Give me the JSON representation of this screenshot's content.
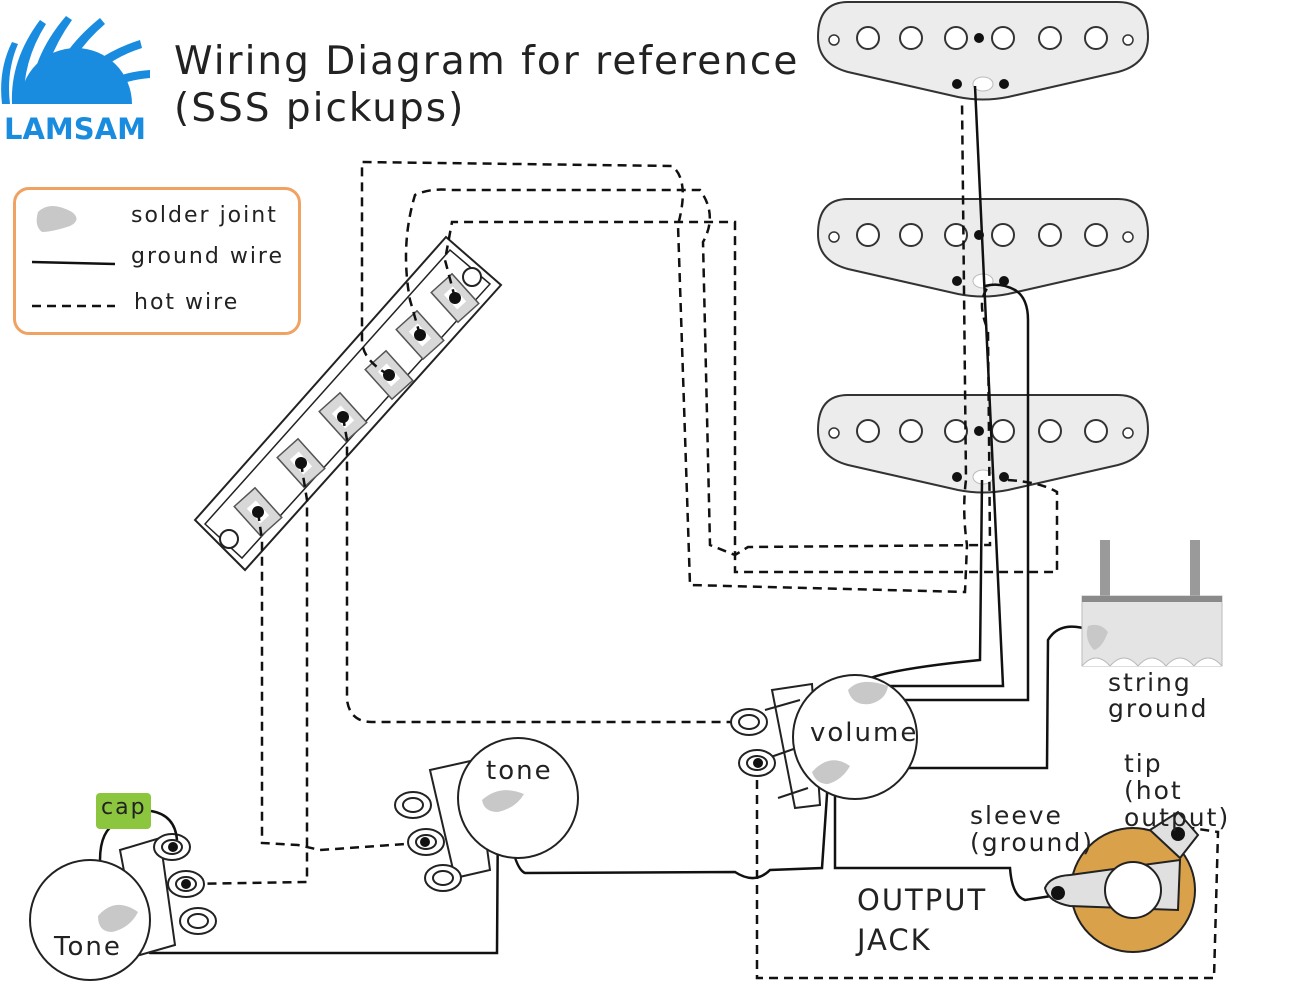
{
  "brand": {
    "name": "LAMSAM",
    "color": "#1a8ce0"
  },
  "title": {
    "line1": "Wiring Diagram for reference",
    "line2": "(SSS pickups)"
  },
  "legend": {
    "solder_joint": "solder joint",
    "ground_wire": "ground wire",
    "hot_wire": "hot wire",
    "border_color": "#f0a262"
  },
  "labels": {
    "volume": "volume",
    "tone": "tone",
    "tone_lower": "Tone",
    "cap": "cap",
    "string_ground_1": "string",
    "string_ground_2": "ground",
    "tip_1": "tip",
    "tip_2": "(hot output)",
    "sleeve_1": "sleeve",
    "sleeve_2": "(ground)",
    "output_1": "OUTPUT",
    "output_2": "JACK"
  },
  "colors": {
    "cap": "#8cc63f",
    "jack_ring": "#d9a24a",
    "pickup_fill": "#ececec",
    "solder": "#c8c8c8"
  }
}
